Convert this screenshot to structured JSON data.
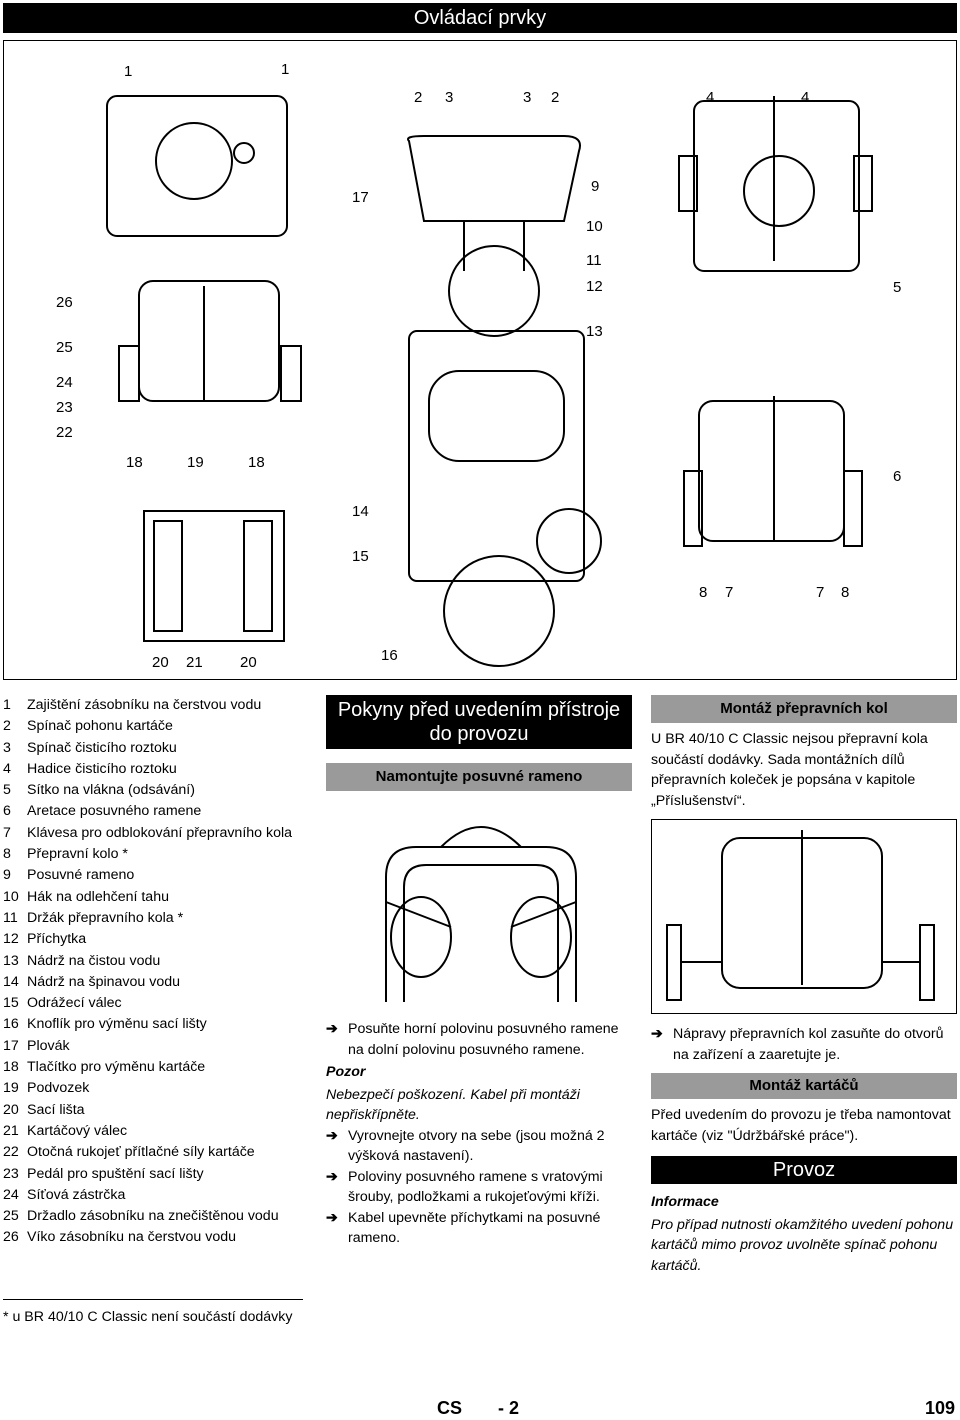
{
  "header": {
    "title": "Ovládací prvky"
  },
  "figure": {
    "callouts": [
      "1",
      "1",
      "2",
      "3",
      "3",
      "2",
      "4",
      "4",
      "17",
      "9",
      "10",
      "11",
      "12",
      "13",
      "5",
      "26",
      "25",
      "24",
      "23",
      "22",
      "18",
      "19",
      "18",
      "6",
      "14",
      "15",
      "8",
      "7",
      "7",
      "8",
      "20",
      "21",
      "20",
      "16"
    ]
  },
  "legend": [
    {
      "n": "1",
      "t": "Zajištění zásobníku na čerstvou vodu"
    },
    {
      "n": "2",
      "t": "Spínač pohonu kartáče"
    },
    {
      "n": "3",
      "t": "Spínač čisticího roztoku"
    },
    {
      "n": "4",
      "t": "Hadice čisticího roztoku"
    },
    {
      "n": "5",
      "t": "Sítko na vlákna (odsávání)"
    },
    {
      "n": "6",
      "t": "Aretace posuvného ramene"
    },
    {
      "n": "7",
      "t": "Klávesa pro odblokování přepravního kola"
    },
    {
      "n": "8",
      "t": "Přepravní kolo *"
    },
    {
      "n": "9",
      "t": "Posuvné rameno"
    },
    {
      "n": "10",
      "t": "Hák na odlehčení tahu"
    },
    {
      "n": "11",
      "t": "Držák přepravního kola *"
    },
    {
      "n": "12",
      "t": "Příchytka"
    },
    {
      "n": "13",
      "t": "Nádrž na čistou vodu"
    },
    {
      "n": "14",
      "t": "Nádrž na špinavou vodu"
    },
    {
      "n": "15",
      "t": "Odrážecí válec"
    },
    {
      "n": "16",
      "t": "Knoflík pro výměnu sací lišty"
    },
    {
      "n": "17",
      "t": "Plovák"
    },
    {
      "n": "18",
      "t": "Tlačítko pro výměnu kartáče"
    },
    {
      "n": "19",
      "t": "Podvozek"
    },
    {
      "n": "20",
      "t": "Sací lišta"
    },
    {
      "n": "21",
      "t": "Kartáčový válec"
    },
    {
      "n": "22",
      "t": "Otočná rukojeť přítlačné síly kartáče"
    },
    {
      "n": "23",
      "t": "Pedál pro spuštění sací lišty"
    },
    {
      "n": "24",
      "t": "Síťová zástrčka"
    },
    {
      "n": "25",
      "t": "Držadlo zásobníku na znečištěnou vodu"
    },
    {
      "n": "26",
      "t": "Víko zásobníku na čerstvou vodu"
    }
  ],
  "footnote": "* u BR 40/10 C Classic není součástí dodávky",
  "col2": {
    "title": "Pokyny před uvedením přístroje do provozu",
    "subtitle": "Namontujte posuvné rameno",
    "step1": "Posuňte horní polovinu posuvného ramene na dolní polovinu posuvného ramene.",
    "caution_title": "Pozor",
    "caution_text": "Nebezpečí poškození. Kabel při montáži nepřiskřípněte.",
    "step2": "Vyrovnejte otvory na sebe (jsou možná 2 výšková nastavení).",
    "step3": "Poloviny posuvného ramene s vratovými šrouby, podložkami a rukojeťovými kříži.",
    "step4": "Kabel upevněte příchytkami na posuvné rameno."
  },
  "col3": {
    "title1": "Montáž přepravních kol",
    "text1": "U BR 40/10 C Classic nejsou přepravní kola součástí dodávky. Sada montážních dílů přepravních koleček je popsána v kapitole „Příslušenství“.",
    "step1": "Nápravy přepravních kol zasuňte do otvorů na zařízení a zaaretujte je.",
    "title2": "Montáž kartáčů",
    "text2": "Před uvedením do provozu je třeba namontovat kartáče (viz \"Údržbářské práce\").",
    "title3": "Provoz",
    "info_title": "Informace",
    "info_text": "Pro případ nutnosti okamžitého uvedení pohonu kartáčů mimo provoz uvolněte spínač pohonu kartáčů."
  },
  "page_footer": {
    "lang": "CS",
    "sep": "- 2",
    "page": "109"
  },
  "icons": {
    "arrow": "arrow-right-icon"
  }
}
